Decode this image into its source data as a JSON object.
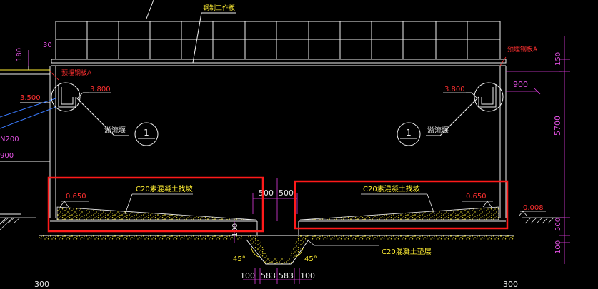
{
  "colors": {
    "background": "#000000",
    "outline": "#f0f0f0",
    "dimension": "#e23ee2",
    "label_red": "#ff3030",
    "label_yellow": "#ffee33",
    "highlight_box": "#ff1a1a",
    "leader_blue": "#3a7bff"
  },
  "labels": {
    "steel_grating": "钢制工作板",
    "grating_left": "预埋钢板A",
    "grating_right": "预埋钢板A",
    "overflow_weir_left": "溢流堰",
    "overflow_weir_right": "溢流堰",
    "section_num_left": "1",
    "section_num_right": "1",
    "slope_left": "C20素混凝土找坡",
    "slope_right": "C20素混凝土找坡",
    "cushion": "C20混凝土垫层",
    "angle_left": "45°",
    "angle_right": "45°"
  },
  "elevations": {
    "weir_left": "3.800",
    "weir_right": "3.800",
    "slope_left": "0.650",
    "slope_right": "0.650",
    "left_partial": "3.500",
    "ground_right": "0.008"
  },
  "dimensions": {
    "top_left_30": "30",
    "top_left_180": "180",
    "dia_left": "N200",
    "left_900": "900",
    "right_900": "900",
    "right_150": "150",
    "right_5700": "5700",
    "right_500": "500",
    "right_100": "100",
    "center_500_left": "500",
    "center_500_right": "500",
    "center_100_vertical": "100",
    "bottom_100_left": "100",
    "bottom_583_left": "583",
    "bottom_583_right": "583",
    "bottom_100_right": "100",
    "bottom_300_left": "300",
    "bottom_300_right": "300"
  }
}
